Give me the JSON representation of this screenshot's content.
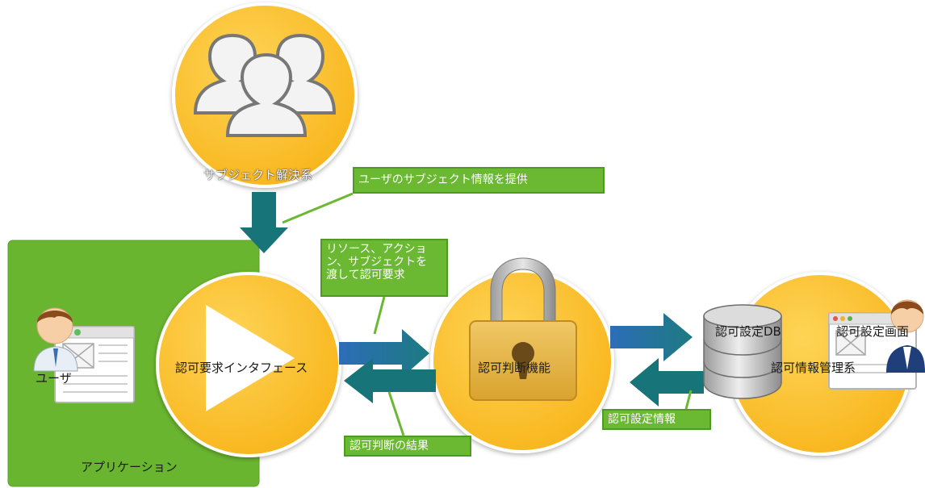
{
  "application": {
    "label": "アプリケーション"
  },
  "nodes": {
    "subject_resolver": {
      "label": "サブジェクト解決系"
    },
    "auth_request_if": {
      "label": "認可要求インタフェース"
    },
    "auth_decision": {
      "label": "認可判断機能"
    },
    "auth_info_mgmt": {
      "label": "認可情報管理系"
    }
  },
  "actors": {
    "user": {
      "label": "ユーザ"
    }
  },
  "components": {
    "auth_db": {
      "label": "認可設定DB"
    },
    "auth_screen": {
      "label": "認可設定画面"
    }
  },
  "callouts": {
    "subject_info": "ユーザのサブジェクト情報を提供",
    "request_line1": "リソース、アクショ",
    "request_line2": "ン、サブジェクトを",
    "request_line3": "渡して認可要求",
    "result": "認可判断の結果",
    "settings_info": "認可設定情報"
  },
  "colors": {
    "circle": "#fdc02f",
    "app_box": "#6ab530",
    "arrow_teal": "#17757a",
    "arrow_blue": "#2f6fb5",
    "callout": "#6bb832"
  }
}
